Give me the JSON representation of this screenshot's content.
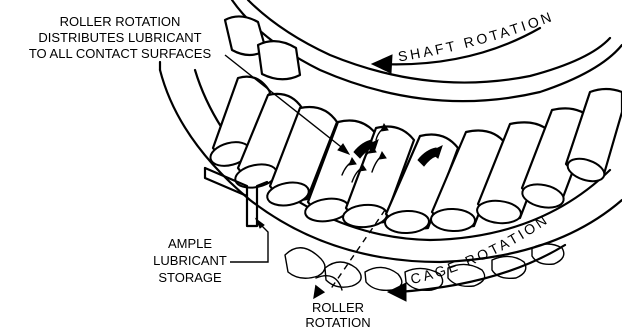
{
  "labels": {
    "roller_rotation_note": [
      "ROLLER ROTATION",
      "DISTRIBUTES LUBRICANT",
      "TO ALL CONTACT SURFACES"
    ],
    "shaft_rotation": "SHAFT ROTATION",
    "cage_rotation": "CAGE ROTATION",
    "ample_lubricant": [
      "AMPLE",
      "LUBRICANT",
      "STORAGE"
    ],
    "roller_rotation": [
      "ROLLER",
      "ROTATION"
    ]
  }
}
